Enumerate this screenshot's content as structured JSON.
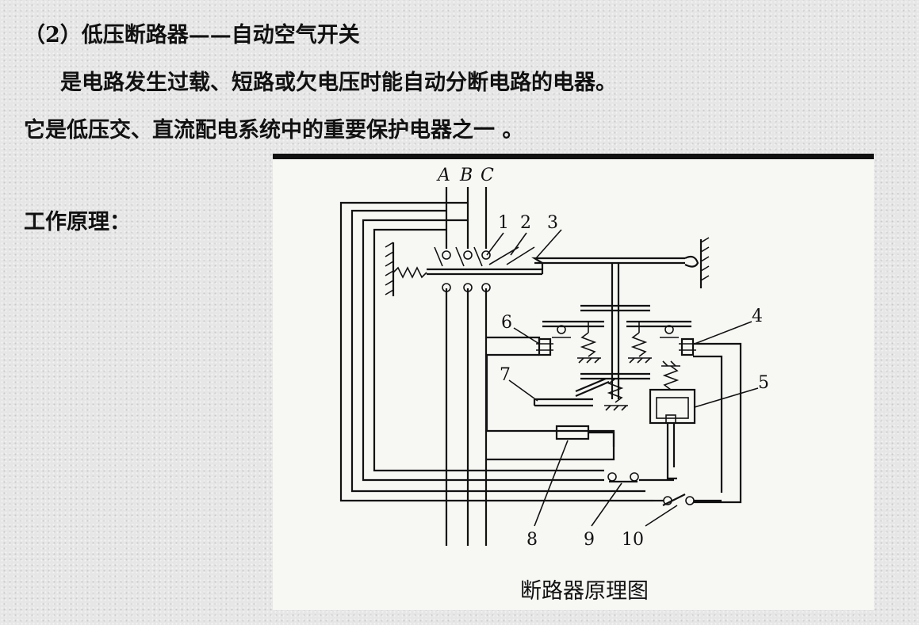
{
  "text": {
    "heading": "（2）低压断路器——自动空气开关",
    "description_1": "是电路发生过载、短路或欠电压时能自动分断电路的电器。",
    "description_2": "它是低压交、直流配电系统中的重要保护电器之一 。",
    "principle": "工作原理："
  },
  "diagram": {
    "phases": [
      "A",
      "B",
      "C"
    ],
    "component_numbers": [
      "1",
      "2",
      "3",
      "4",
      "5",
      "6",
      "7",
      "8",
      "9",
      "10"
    ],
    "caption": "断路器原理图"
  }
}
